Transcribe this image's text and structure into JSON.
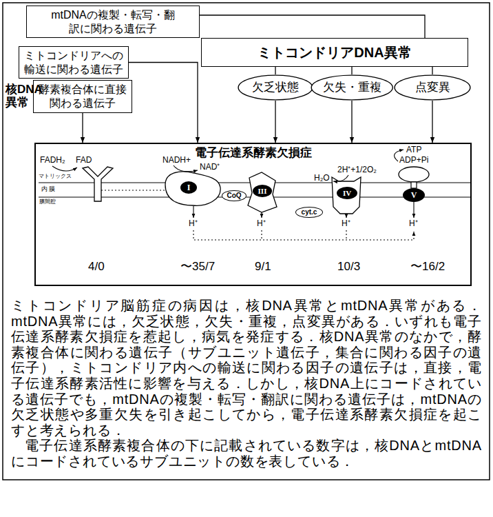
{
  "diagram": {
    "caption": "ミトコンドリア脳筋症の病因は，核DNA異常とmtDNA異常がある．mtDNA異常には，欠乏状態，欠失・重複，点変異がある．いずれも電子伝達系酵素欠損症を惹起し，病気を発症する．核DNA異常のなかで，酵素複合体に関わる遺伝子（サブユニット遺伝子，集合に関わる因子の遺伝子），ミトコンドリア内への輸送に関わる因子の遺伝子は，直接，電子伝達系酵素活性に影響を与える．しかし，核DNA上にコードされている遺伝子でも，mtDNAの複製・転写・翻訳に関わる遺伝子は，mtDNAの欠乏状態や多重欠失を引き起こしてから，電子伝達系酵素欠損症を起こすと考えられる．",
    "nodes": [
      {
        "text": [
          "mtDNAの複製・転写・翻訳に関わる遺伝子"
        ]
      },
      {
        "text": [
          "ミトコンドリアへの輸送に関わる遺伝子"
        ]
      },
      {
        "text": [
          "酵素複合体に直接関わる遺伝子"
        ]
      },
      {
        "text": [
          "ミトコンドリアDNA異常"
        ]
      },
      {
        "text": [
          "欠乏状態"
        ]
      },
      {
        "text": [
          "欠失・重複"
        ]
      },
      {
        "text": [
          "点変異"
        ]
      },
      {
        "text": [
          "電子伝達系酵素欠損症"
        ]
      },
      {
        "text": [
          "I"
        ],
        "in": 7
      },
      {
        "text": [
          "CoQ"
        ],
        "in": 7
      },
      {
        "text": [
          "III"
        ],
        "in": 7
      },
      {
        "text": [
          "cyt.c"
        ],
        "in": 7
      },
      {
        "text": [
          "IV"
        ],
        "in": 7
      },
      {
        "text": [
          "V"
        ],
        "in": 7
      }
    ],
    "edges": [
      {
        "from": 0,
        "to": 3,
        "arrow": "none"
      },
      {
        "from": 1,
        "to": 7,
        "arrow": "to"
      },
      {
        "from": 2,
        "to": 7,
        "arrow": "to"
      },
      {
        "from": 3,
        "to": 4,
        "arrow": "none"
      },
      {
        "from": 3,
        "to": 5,
        "arrow": "none"
      },
      {
        "from": 3,
        "to": 6,
        "arrow": "none"
      },
      {
        "from": 4,
        "to": 7,
        "arrow": "to"
      },
      {
        "from": 5,
        "to": 7,
        "arrow": "to"
      },
      {
        "from": 6,
        "to": 7,
        "arrow": "to"
      }
    ],
    "labels": [
      "核DNA 異常",
      "FADH₂",
      "FAD",
      "NADH+",
      "NAD⁺",
      "マトリックス",
      "内 膜",
      "膜間腔",
      "H₂O",
      "2H⁺+1/2O₂",
      "ATP",
      "ADP+Pi",
      "H⁺",
      "H⁺",
      "H⁺",
      "H⁺",
      "4/0",
      "〜35/7",
      "9/1",
      "10/3",
      "〜16/2",
      "電子伝達系酵素複合体の下に記載されている数字は，核DNAとmtDNAにコードされているサブユニットの数を表している．"
    ]
  }
}
